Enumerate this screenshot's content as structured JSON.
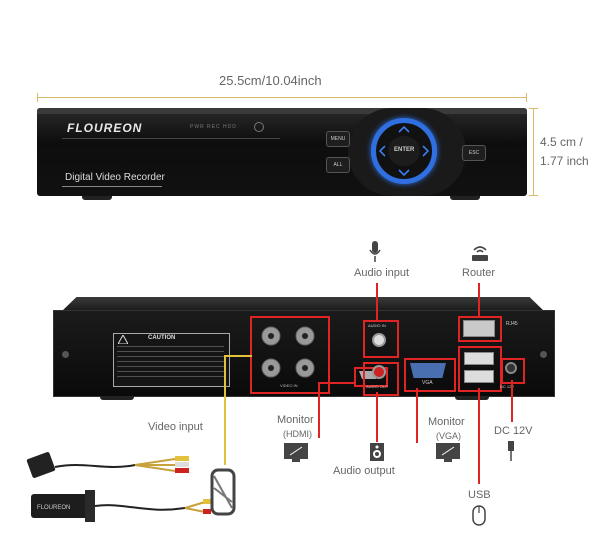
{
  "dimensions": {
    "width_label": "25.5cm/10.04inch",
    "height_label_line1": "4.5 cm /",
    "height_label_line2": "1.77 inch"
  },
  "front_panel": {
    "brand": "FLOUREON",
    "product_label": "Digital Video Recorder",
    "led_labels": "PWR   REC   HDD",
    "menu_button": "MENU",
    "all_button": "ALL",
    "enter_button": "ENTER",
    "esc_button": "ESC"
  },
  "back_panel": {
    "video_in_label": "VIDEO IN",
    "audio_in_label": "AUDIO IN",
    "audio_out_label": "AUDIO OUT",
    "vga_label": "VGA",
    "rj45_label": "RJ45",
    "dc_label": "DC 12V",
    "caution_title": "CAUTION"
  },
  "callouts": {
    "audio_input": "Audio input",
    "router": "Router",
    "video_input": "Video input",
    "monitor_hdmi_line1": "Monitor",
    "monitor_hdmi_line2": "(HDMI)",
    "audio_output": "Audio output",
    "monitor_vga_line1": "Monitor",
    "monitor_vga_line2": "(VGA)",
    "dc": "DC 12V",
    "usb": "USB"
  },
  "colors": {
    "callout_line": "#e02424",
    "cable_line": "#e3c13c",
    "dimension_line": "#d8b96a",
    "enter_ring": "#2f6fe0"
  }
}
